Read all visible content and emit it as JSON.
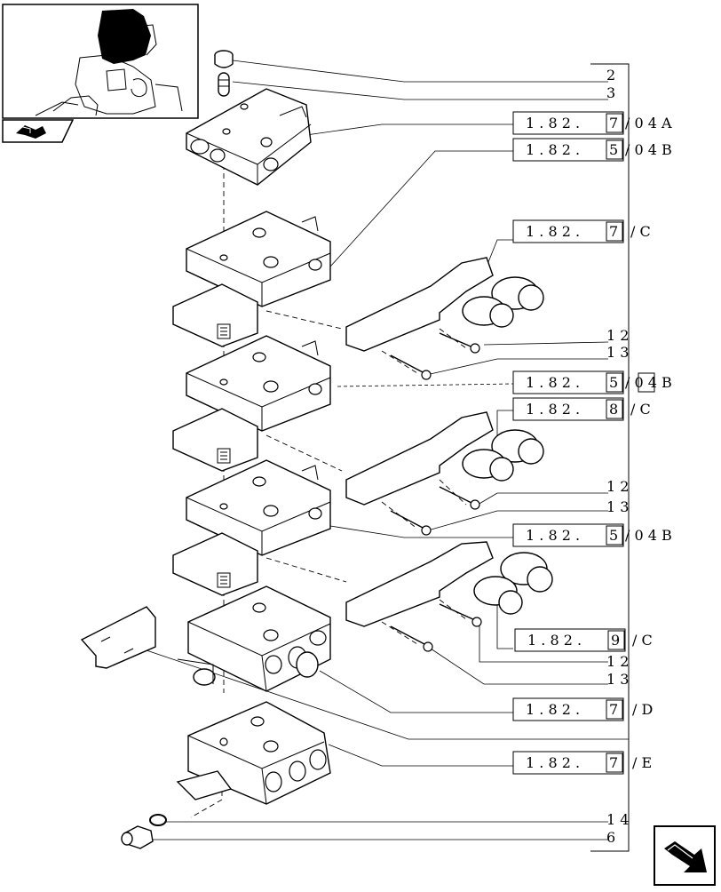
{
  "item_numbers": {
    "n2": "2",
    "n3": "3",
    "n12a": "1 2",
    "n13a": "1 3",
    "n12b": "1 2",
    "n13b": "1 3",
    "n12c": "1 2",
    "n13c": "1 3",
    "n14": "1 4",
    "n6": "6"
  },
  "refs": {
    "r1": {
      "num": "1 . 8 2 .",
      "box": "7",
      "tail": "/ 0 4 A"
    },
    "r2": {
      "num": "1 . 8 2 .",
      "box": "5",
      "tail": "/ 0 4 B"
    },
    "r3": {
      "num": "1 . 8 2 .",
      "box": "7",
      "tail": "/ C"
    },
    "r4": {
      "num": "1 . 8 2 .",
      "box": "5",
      "tail": "/ 0 4 B"
    },
    "r5": {
      "num": "1 . 8 2 .",
      "box": "8",
      "tail": "/ C"
    },
    "r6": {
      "num": "1 . 8 2 .",
      "box": "5",
      "tail": "/ 0 4 B"
    },
    "r7": {
      "num": "1 . 8 2 .",
      "box": "9",
      "tail": "/ C"
    },
    "r8": {
      "num": "1 . 8 2 .",
      "box": "7",
      "tail": "/ D"
    },
    "r9": {
      "num": "1 . 8 2 .",
      "box": "7",
      "tail": "/ E"
    }
  },
  "icons": {
    "thumbnail": "tractor-section-thumbnail",
    "nav_left": "book-arrow-icon",
    "nav_right": "next-page-arrow-icon"
  }
}
